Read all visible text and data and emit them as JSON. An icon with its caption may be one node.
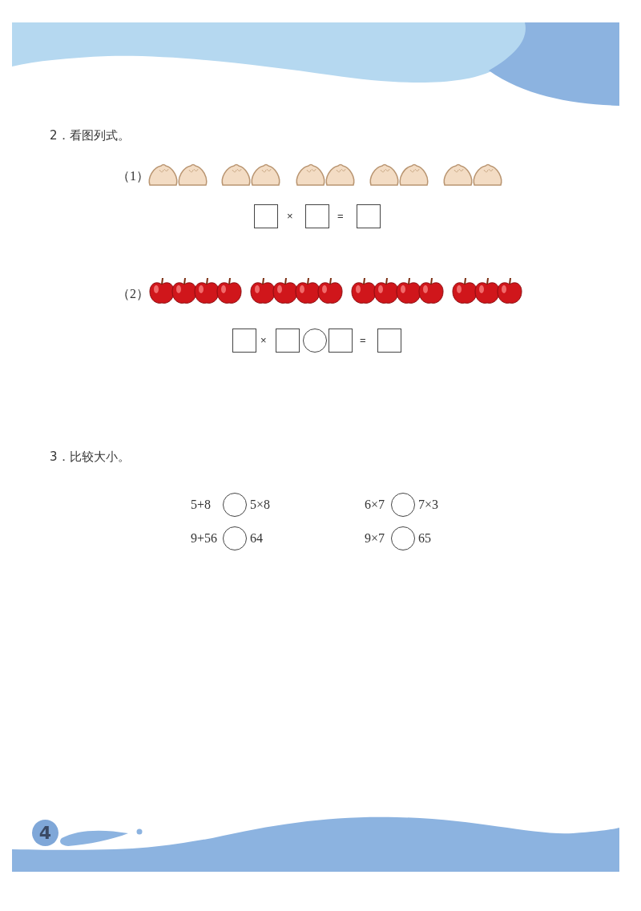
{
  "diagram": {
    "labels": [
      "2．看图列式。",
      "（1）",
      "×",
      "=",
      "（2）",
      "×",
      "=",
      "3．比较大小。",
      "5+8",
      "5×8",
      "6×7",
      "7×3",
      "9+56",
      "64",
      "9×7",
      "65",
      "4"
    ]
  }
}
